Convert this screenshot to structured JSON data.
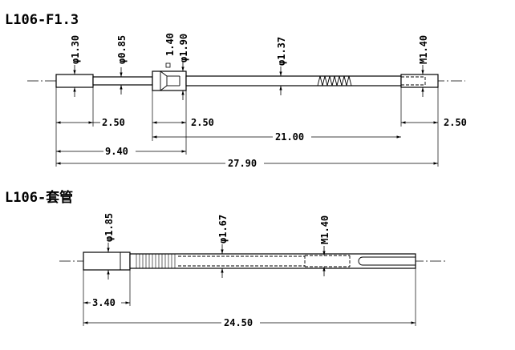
{
  "top_part": {
    "title": "L106-F1.3",
    "diameters": {
      "d1": "φ1.30",
      "d2": "φ0.85",
      "d3a": "1.40",
      "d3b": "φ1.90",
      "d4": "φ1.37",
      "thread": "M1.40"
    },
    "lengths": {
      "l1": "2.50",
      "l2": "2.50",
      "l3": "21.00",
      "l4": "2.50",
      "l5": "9.40",
      "total": "27.90"
    }
  },
  "bottom_part": {
    "title": "L106-套管",
    "diameters": {
      "d1": "φ1.85",
      "d2": "φ1.67",
      "thread": "M1.40"
    },
    "lengths": {
      "l1": "3.40",
      "total": "24.50"
    }
  }
}
